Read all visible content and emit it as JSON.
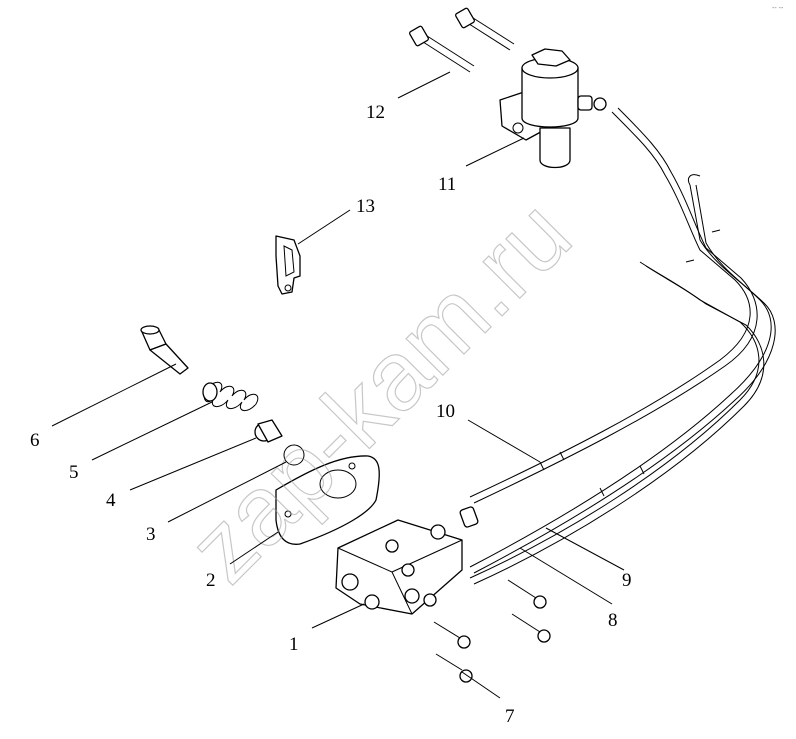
{
  "diagram": {
    "corner_mark": "-- --",
    "watermark": "zap-kam.ru",
    "labels": [
      {
        "key": "p1",
        "text": "1"
      },
      {
        "key": "p2",
        "text": "2"
      },
      {
        "key": "p3",
        "text": "3"
      },
      {
        "key": "p4",
        "text": "4"
      },
      {
        "key": "p5",
        "text": "5"
      },
      {
        "key": "p6",
        "text": "6"
      },
      {
        "key": "p7",
        "text": "7"
      },
      {
        "key": "p8",
        "text": "8"
      },
      {
        "key": "p9",
        "text": "9"
      },
      {
        "key": "p10",
        "text": "10"
      },
      {
        "key": "p11",
        "text": "11"
      },
      {
        "key": "p12",
        "text": "12"
      },
      {
        "key": "p13",
        "text": "13"
      }
    ]
  }
}
